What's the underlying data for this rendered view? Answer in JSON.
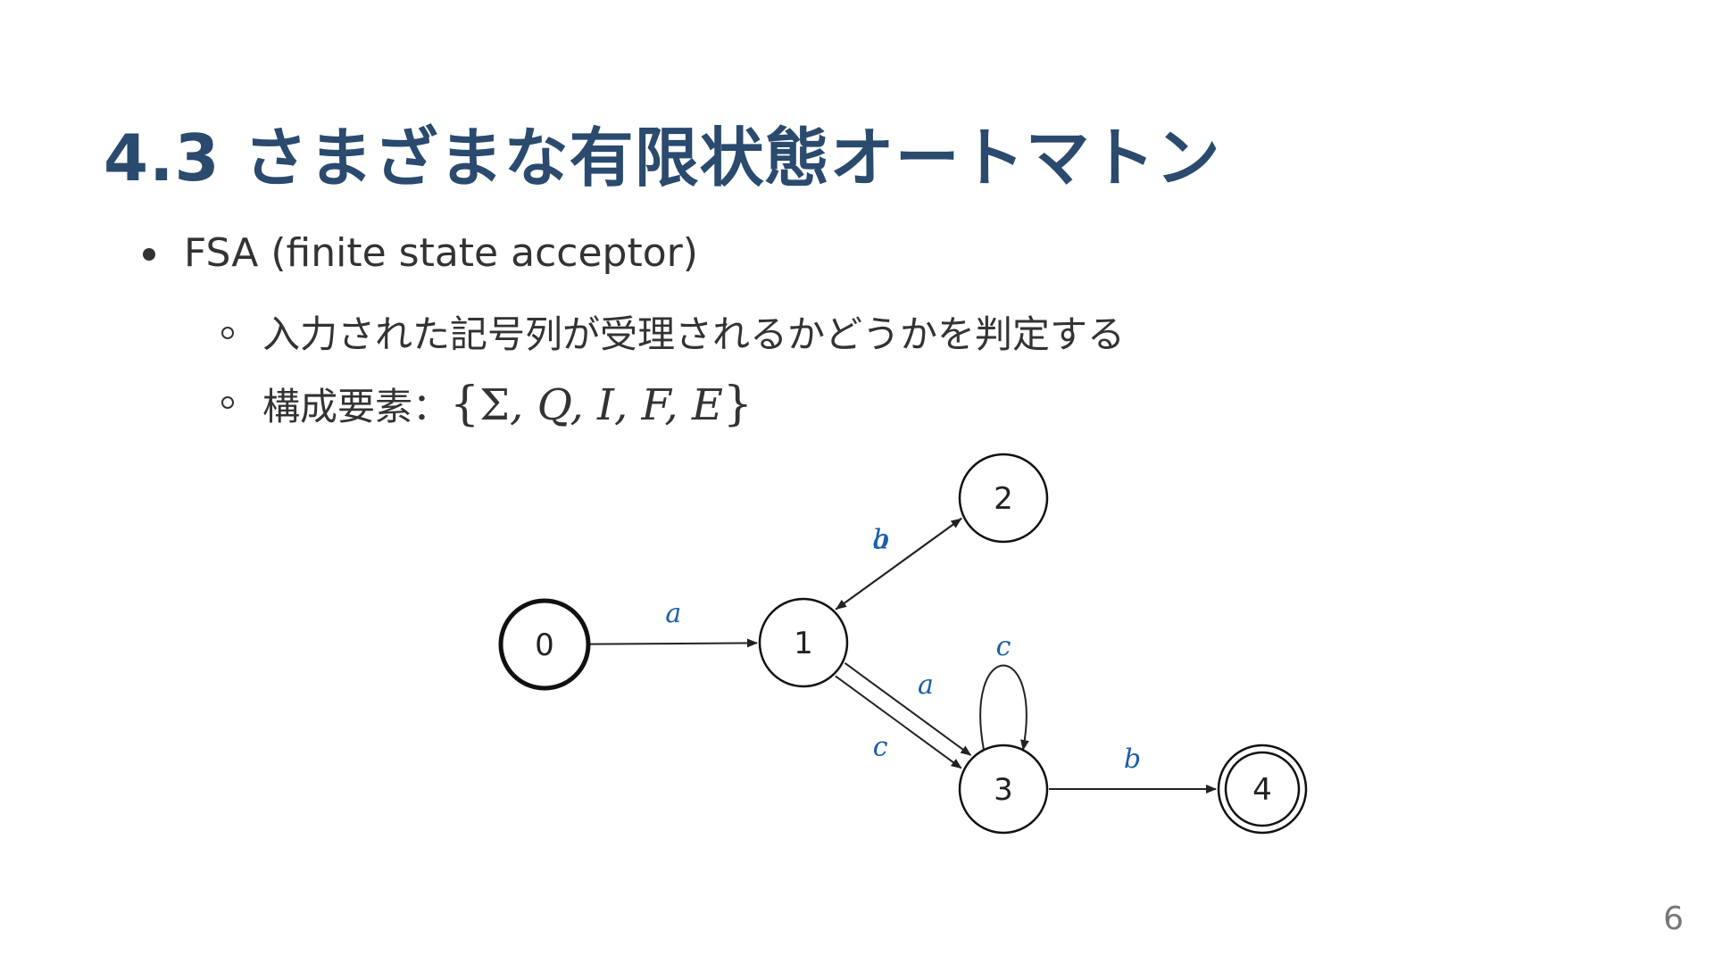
{
  "slide": {
    "title": "4.3 さまざまな有限状態オートマトン",
    "page_number": "6"
  },
  "bullets": {
    "main": "FSA (finite state acceptor)",
    "sub1": "入力された記号列が受理されるかどうかを判定する",
    "sub2_prefix": "構成要素：",
    "sub2_math": {
      "open": "{",
      "sigma": "Σ",
      "sep1": ", ",
      "q": "Q",
      "sep2": ", ",
      "i": "I",
      "sep3": ", ",
      "f": "F",
      "sep4": ", ",
      "e": "E",
      "close": "}"
    }
  },
  "colors": {
    "title": "#2a4a6e",
    "edge_label": "#1a5fa8",
    "text": "#333333"
  },
  "automaton": {
    "states": [
      {
        "id": "0",
        "label": "0",
        "initial": true,
        "final": false
      },
      {
        "id": "1",
        "label": "1",
        "initial": false,
        "final": false
      },
      {
        "id": "2",
        "label": "2",
        "initial": false,
        "final": false
      },
      {
        "id": "3",
        "label": "3",
        "initial": false,
        "final": false
      },
      {
        "id": "4",
        "label": "4",
        "initial": false,
        "final": true
      }
    ],
    "transitions": [
      {
        "from": "0",
        "to": "1",
        "label": "a"
      },
      {
        "from": "1",
        "to": "2",
        "label": "a"
      },
      {
        "from": "2",
        "to": "1",
        "label": "b"
      },
      {
        "from": "1",
        "to": "3",
        "label": "a"
      },
      {
        "from": "1",
        "to": "3",
        "label": "c"
      },
      {
        "from": "3",
        "to": "3",
        "label": "c"
      },
      {
        "from": "3",
        "to": "4",
        "label": "b"
      }
    ]
  }
}
